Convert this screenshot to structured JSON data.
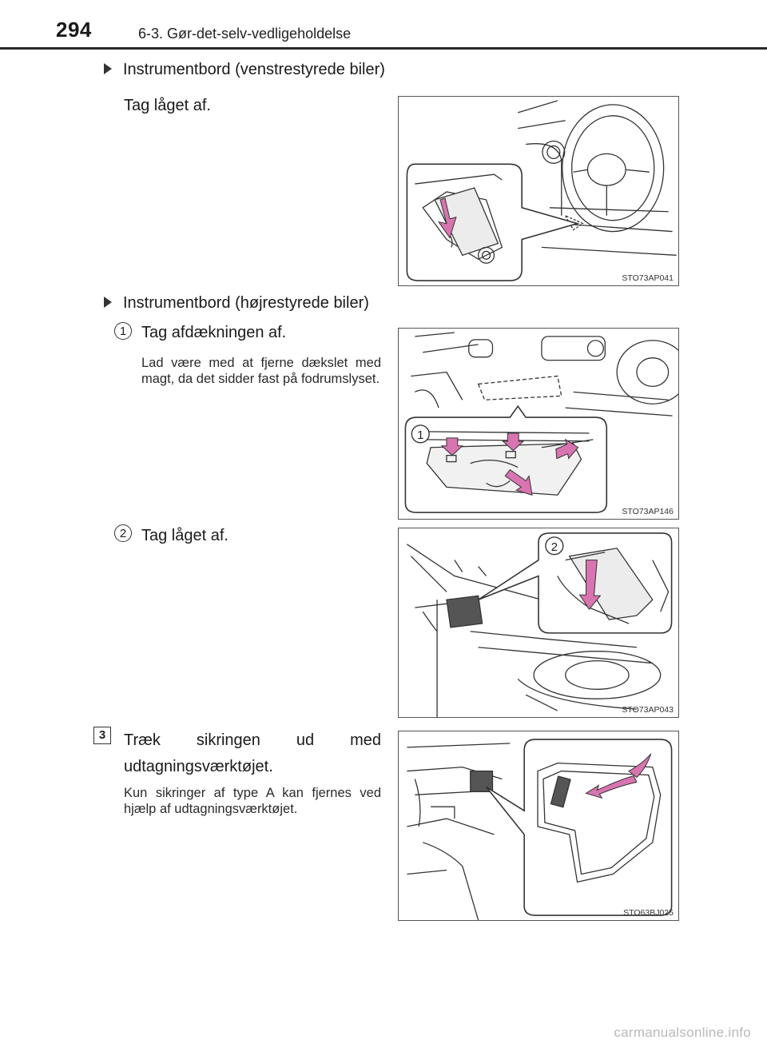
{
  "header": {
    "page_number": "294",
    "section": "6-3. Gør-det-selv-vedligeholdelse"
  },
  "block_lhd": {
    "heading": "Instrumentbord (venstrestyrede biler)",
    "text": "Tag låget af.",
    "figure_code": "STO73AP041"
  },
  "block_rhd": {
    "heading": "Instrumentbord (højrestyrede biler)",
    "step1": {
      "number": "1",
      "text": "Tag afdækningen af.",
      "note": "Lad være med at fjerne dækslet med magt, da det sidder fast på fodrumslyset.",
      "figure_code": "STO73AP146",
      "callout": "1"
    },
    "step2": {
      "number": "2",
      "text": "Tag låget af.",
      "figure_code": "STO73AP043",
      "callout": "2"
    }
  },
  "step3": {
    "number": "3",
    "text": "Træk sikringen ud med udtagningsværktøjet.",
    "note": "Kun sikringer af type A kan fjernes ved hjælp af udtagningsværktøjet.",
    "figure_code": "STO63BJ025"
  },
  "footer": {
    "watermark": "carmanualsonline.info"
  },
  "colors": {
    "arrow_pink": "#d874b0",
    "line": "#333333"
  }
}
